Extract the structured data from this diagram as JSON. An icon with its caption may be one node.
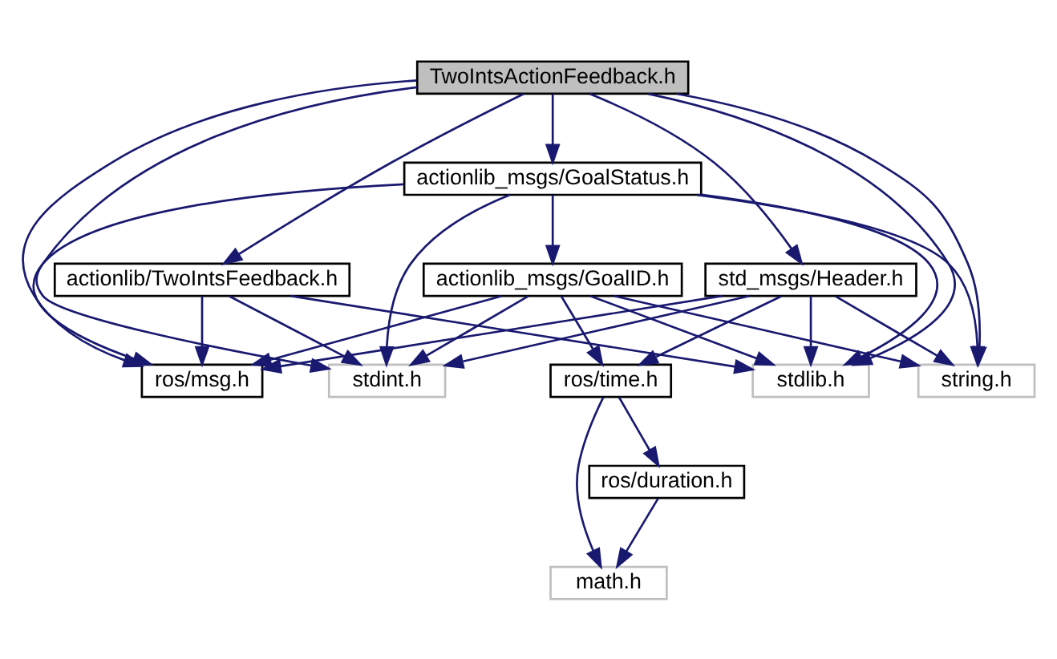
{
  "diagram": {
    "nodes": [
      {
        "text": [
          "TwoIntsActionFeedback.h"
        ]
      },
      {
        "text": [
          "actionlib_msgs/GoalStatus.h"
        ]
      },
      {
        "text": [
          "actionlib_msgs/GoalID.h"
        ]
      },
      {
        "text": [
          "actionlib/TwoIntsFeedback.h"
        ]
      },
      {
        "text": [
          "std_msgs/Header.h"
        ]
      },
      {
        "text": [
          "stdint.h"
        ]
      },
      {
        "text": [
          "string.h"
        ]
      },
      {
        "text": [
          "ros/time.h"
        ]
      },
      {
        "text": [
          "ros/msg.h"
        ]
      },
      {
        "text": [
          "stdlib.h"
        ]
      },
      {
        "text": [
          "ros/duration.h"
        ]
      },
      {
        "text": [
          "math.h"
        ]
      }
    ],
    "edges": [
      {
        "from": 0,
        "to": 5,
        "arrow": "to"
      },
      {
        "from": 0,
        "to": 6,
        "arrow": "to"
      },
      {
        "from": 0,
        "to": 1,
        "arrow": "to"
      },
      {
        "from": 0,
        "to": 3,
        "arrow": "to"
      },
      {
        "from": 0,
        "to": 4,
        "arrow": "to"
      },
      {
        "from": 0,
        "to": 8,
        "arrow": "to"
      },
      {
        "from": 0,
        "to": 9,
        "arrow": "to"
      },
      {
        "from": 1,
        "to": 2,
        "arrow": "to"
      },
      {
        "from": 1,
        "to": 5,
        "arrow": "to"
      },
      {
        "from": 1,
        "to": 6,
        "arrow": "to"
      },
      {
        "from": 1,
        "to": 8,
        "arrow": "to"
      },
      {
        "from": 1,
        "to": 9,
        "arrow": "to"
      },
      {
        "from": 2,
        "to": 5,
        "arrow": "to"
      },
      {
        "from": 2,
        "to": 6,
        "arrow": "to"
      },
      {
        "from": 2,
        "to": 7,
        "arrow": "to"
      },
      {
        "from": 2,
        "to": 8,
        "arrow": "to"
      },
      {
        "from": 2,
        "to": 9,
        "arrow": "to"
      },
      {
        "from": 3,
        "to": 5,
        "arrow": "to"
      },
      {
        "from": 3,
        "to": 8,
        "arrow": "to"
      },
      {
        "from": 3,
        "to": 9,
        "arrow": "to"
      },
      {
        "from": 4,
        "to": 5,
        "arrow": "to"
      },
      {
        "from": 4,
        "to": 6,
        "arrow": "to"
      },
      {
        "from": 4,
        "to": 7,
        "arrow": "to"
      },
      {
        "from": 4,
        "to": 8,
        "arrow": "to"
      },
      {
        "from": 4,
        "to": 9,
        "arrow": "to"
      },
      {
        "from": 7,
        "to": 11,
        "arrow": "to"
      },
      {
        "from": 7,
        "to": 10,
        "arrow": "to"
      },
      {
        "from": 10,
        "to": 11,
        "arrow": "to"
      }
    ]
  }
}
